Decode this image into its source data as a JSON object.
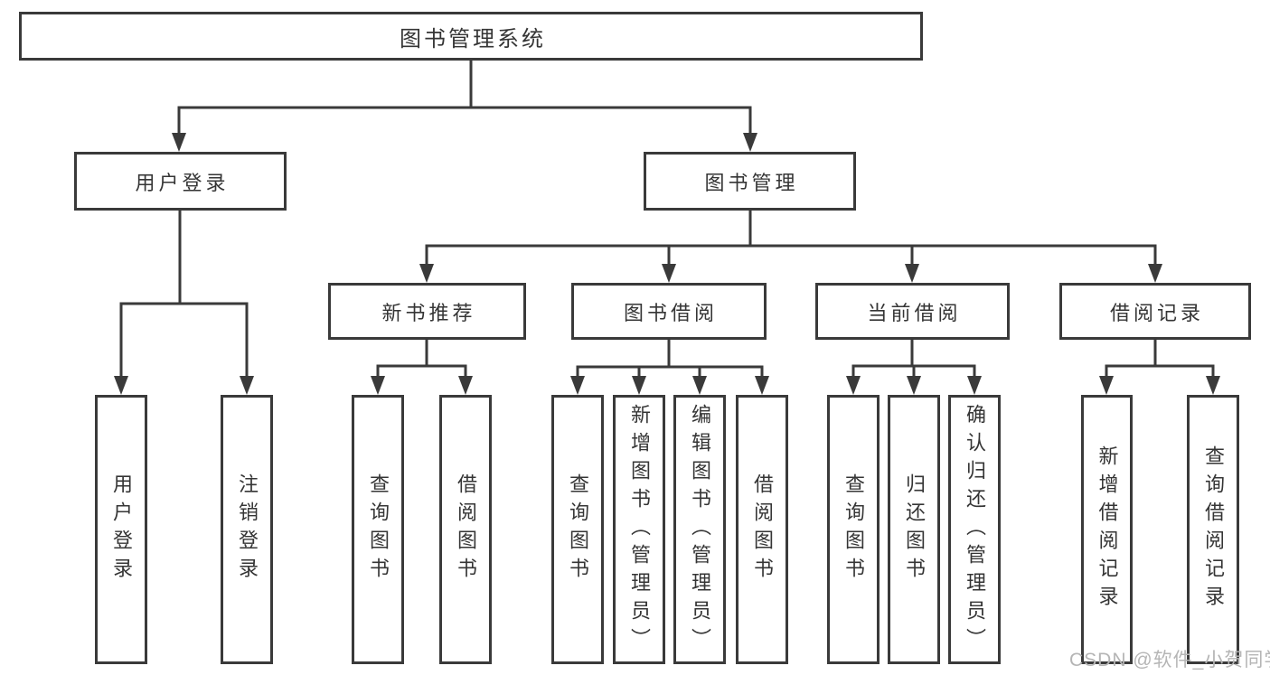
{
  "tree": {
    "root": {
      "label": "图书管理系统"
    },
    "branches": [
      {
        "label": "用户登录",
        "children": [
          {
            "label": "用户登录"
          },
          {
            "label": "注销登录"
          }
        ]
      },
      {
        "label": "图书管理",
        "children": [
          {
            "label": "新书推荐",
            "children": [
              {
                "label": "查询图书"
              },
              {
                "label": "借阅图书"
              }
            ]
          },
          {
            "label": "图书借阅",
            "children": [
              {
                "label": "查询图书"
              },
              {
                "label": "新增图书（管理员）"
              },
              {
                "label": "编辑图书（管理员）"
              },
              {
                "label": "借阅图书"
              }
            ]
          },
          {
            "label": "当前借阅",
            "children": [
              {
                "label": "查询图书"
              },
              {
                "label": "归还图书"
              },
              {
                "label": "确认归还（管理员）"
              }
            ]
          },
          {
            "label": "借阅记录",
            "children": [
              {
                "label": "新增借阅记录"
              },
              {
                "label": "查询借阅记录"
              }
            ]
          }
        ]
      }
    ]
  },
  "watermark": "CSDN @软件_小贺同学",
  "colors": {
    "line": "#3a3a3a",
    "text": "#353535",
    "background": "#ffffff",
    "watermark": "#b5b5b5"
  }
}
